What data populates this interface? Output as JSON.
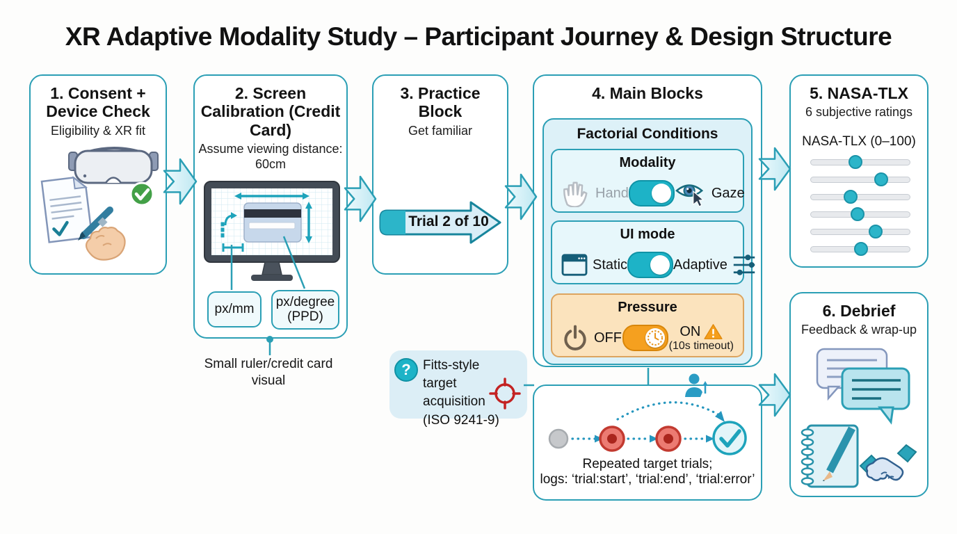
{
  "title": "XR Adaptive Modality Study – Participant Journey & Design Structure",
  "steps": {
    "step1": {
      "title": "1. Consent + Device Check",
      "subtitle": "Eligibility & XR fit"
    },
    "step2": {
      "title": "2. Screen Calibration (Credit Card)",
      "subtitle": "Assume viewing distance: 60cm",
      "label_px_mm": "px/mm",
      "label_px_degree": "px/degree (PPD)",
      "caption": "Small ruler/credit card visual"
    },
    "step3": {
      "title": "3. Practice Block",
      "subtitle": "Get familiar",
      "progress_label": "Trial 2 of 10",
      "progress_fraction": 0.2
    },
    "step4": {
      "title": "4. Main Blocks",
      "panel_title": "Factorial Conditions",
      "modality": {
        "title": "Modality",
        "left_label": "Hand",
        "right_label": "Gaze",
        "state": "right"
      },
      "ui_mode": {
        "title": "UI mode",
        "left_label": "Static",
        "right_label": "Adaptive",
        "state": "right"
      },
      "pressure": {
        "title": "Pressure",
        "left_label": "OFF",
        "right_label": "ON",
        "right_note": "(10s timeout)",
        "state": "right"
      }
    },
    "step5": {
      "title": "5. NASA-TLX",
      "subtitle": "6 subjective ratings",
      "scale_label": "NASA-TLX (0–100)",
      "slider_values": [
        45,
        71,
        40,
        47,
        65,
        51
      ]
    },
    "step6": {
      "title": "6. Debrief",
      "subtitle": "Feedback & wrap-up"
    }
  },
  "callout": {
    "question_mark": "?",
    "line1": "Fitts-style target",
    "line2": "acquisition",
    "line3": "(ISO 9241-9)"
  },
  "trial_flow": {
    "caption_line1": "Repeated target trials;",
    "caption_line2": "logs: ‘trial:start’, ‘trial:end’, ‘trial:error’"
  },
  "colors": {
    "accent_teal": "#2b9fb5",
    "toggle_teal": "#1db3c7",
    "toggle_orange": "#f5a01f",
    "pressure_bg": "#fbe3bd",
    "target_red": "#ec7b72",
    "success_green": "#43a047",
    "panel_blue": "#ddf1f8"
  }
}
